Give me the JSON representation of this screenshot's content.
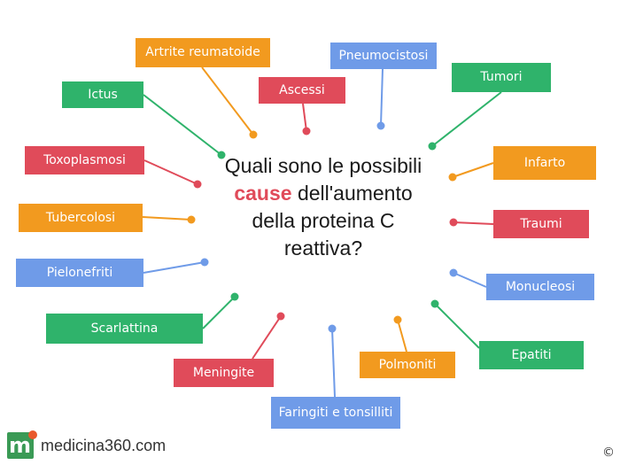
{
  "question": {
    "before": "Quali sono le possibili ",
    "highlight": "cause",
    "after": " dell'aumento della proteina C reattiva?"
  },
  "colors": {
    "orange": "#f29a1f",
    "red": "#e04b5a",
    "blue": "#6f9be8",
    "green": "#2fb36b",
    "text_highlight": "#e04b5a"
  },
  "causes": [
    {
      "id": "ictus",
      "label": "Ictus",
      "color": "green"
    },
    {
      "id": "artrite",
      "label": "Artrite reumatoide",
      "color": "orange"
    },
    {
      "id": "ascessi",
      "label": "Ascessi",
      "color": "red"
    },
    {
      "id": "pneumocistosi",
      "label": "Pneumocistosi",
      "color": "blue"
    },
    {
      "id": "tumori",
      "label": "Tumori",
      "color": "green"
    },
    {
      "id": "infarto",
      "label": "Infarto",
      "color": "orange"
    },
    {
      "id": "traumi",
      "label": "Traumi",
      "color": "red"
    },
    {
      "id": "monucleosi",
      "label": "Monucleosi",
      "color": "blue"
    },
    {
      "id": "epatiti",
      "label": "Epatiti",
      "color": "green"
    },
    {
      "id": "polmoniti",
      "label": "Polmoniti",
      "color": "orange"
    },
    {
      "id": "faringiti",
      "label": "Faringiti e tonsilliti",
      "color": "blue"
    },
    {
      "id": "meningite",
      "label": "Meningite",
      "color": "red"
    },
    {
      "id": "scarlattina",
      "label": "Scarlattina",
      "color": "green"
    },
    {
      "id": "pielonefriti",
      "label": "Pielonefriti",
      "color": "blue"
    },
    {
      "id": "tubercolosi",
      "label": "Tubercolosi",
      "color": "orange"
    },
    {
      "id": "toxoplasmosi",
      "label": "Toxoplasmosi",
      "color": "red"
    }
  ],
  "logo": {
    "text": "medicina360.com"
  },
  "copyright": "©"
}
